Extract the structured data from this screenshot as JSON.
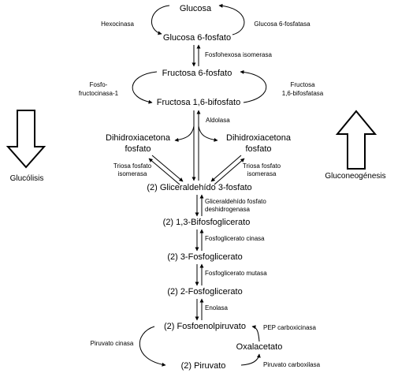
{
  "metabolites": {
    "glucosa": "Glucosa",
    "glucosa6p": "Glucosa 6-fosfato",
    "fructosa6p": "Fructosa 6-fosfato",
    "fructosa16bp": "Fructosa 1,6-bifosfato",
    "dhap_left": [
      "Dihidroxiacetona",
      "fosfato"
    ],
    "dhap_right": [
      "Dihidroxiacetona",
      "fosfato"
    ],
    "g3p": "(2) Gliceraldehído 3-fosfato",
    "bpg13": "(2) 1,3-Bifosfoglicerato",
    "pg3": "(2) 3-Fosfoglicerato",
    "pg2": "(2) 2-Fosfoglicerato",
    "pep": "(2) Fosfoenolpiruvato",
    "oxalacetato": "Oxalacetato",
    "piruvato": "(2) Piruvato"
  },
  "enzymes": {
    "hexocinasa": "Hexocinasa",
    "glucosa6fosfatasa": "Glucosa 6-fosfatasa",
    "fosfohexosa": "Fosfohexosa isomerasa",
    "fosfofructocinasa": [
      "Fosfo-",
      "fructocinasa-1"
    ],
    "fructosa16bifosfatasa": [
      "Fructosa",
      "1,6-bifosfatasa"
    ],
    "aldolasa": "Aldolasa",
    "triosa_left": [
      "Triosa fosfato",
      "isomerasa"
    ],
    "triosa_right": [
      "Triosa fosfato",
      "isomerasa"
    ],
    "g3p_deshidrogenasa": [
      "Gliceraldehído fosfato",
      "deshidrogenasa"
    ],
    "fosfoglicerato_cinasa": "Fosfoglicerato cinasa",
    "fosfoglicerato_mutasa": "Fosfoglicerato mutasa",
    "enolasa": "Enolasa",
    "pep_carboxicinasa": "PEP carboxicinasa",
    "piruvato_cinasa": "Piruvato cinasa",
    "piruvato_carboxilasa": "Piruvato carboxilasa"
  },
  "pathways": {
    "glucolisis": "Glucólisis",
    "gluconeogenesis": "Gluconeogénesis"
  }
}
